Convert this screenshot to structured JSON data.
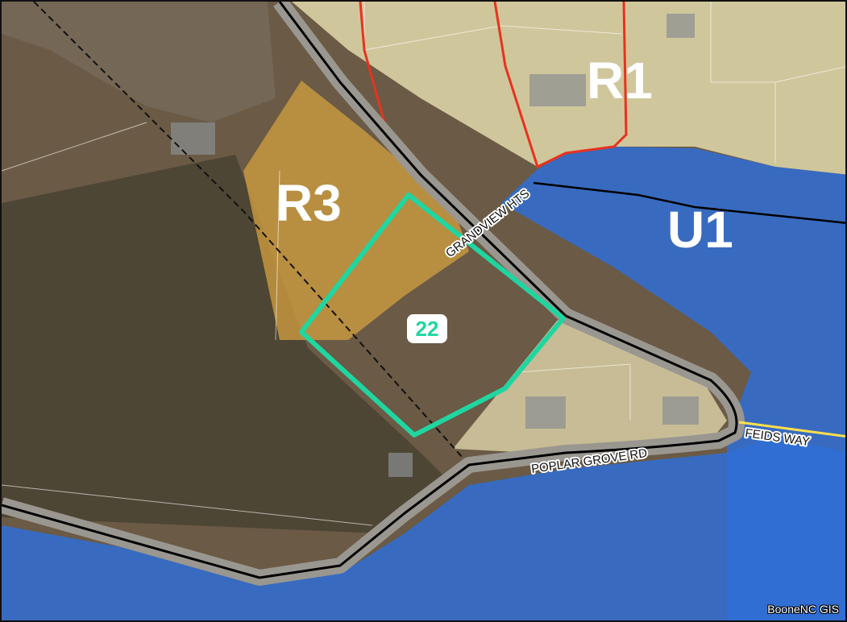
{
  "map": {
    "zones": [
      {
        "id": "R1",
        "label": "R1"
      },
      {
        "id": "R3",
        "label": "R3"
      },
      {
        "id": "U1",
        "label": "U1"
      }
    ],
    "roads": [
      {
        "id": "grandview",
        "label": "GRANDVIEW HTS"
      },
      {
        "id": "poplar-grove",
        "label": "POPLAR GROVE RD"
      },
      {
        "id": "feids-way",
        "label": "FEIDS WAY"
      }
    ],
    "parcel": {
      "label": "22"
    },
    "credit": "BooneNC GIS",
    "colors": {
      "imagery_base": "#6b5a45",
      "forest": "#4d4634",
      "r1_fill": "#e6deb0",
      "r3_fill": "#c99a40",
      "u1_fill": "#2f6fd6",
      "zone_boundary_red": "#e8321e",
      "parcel_outline": "#1fd6a1",
      "road_line": "#000000",
      "road_surface": "#9a9690"
    }
  }
}
